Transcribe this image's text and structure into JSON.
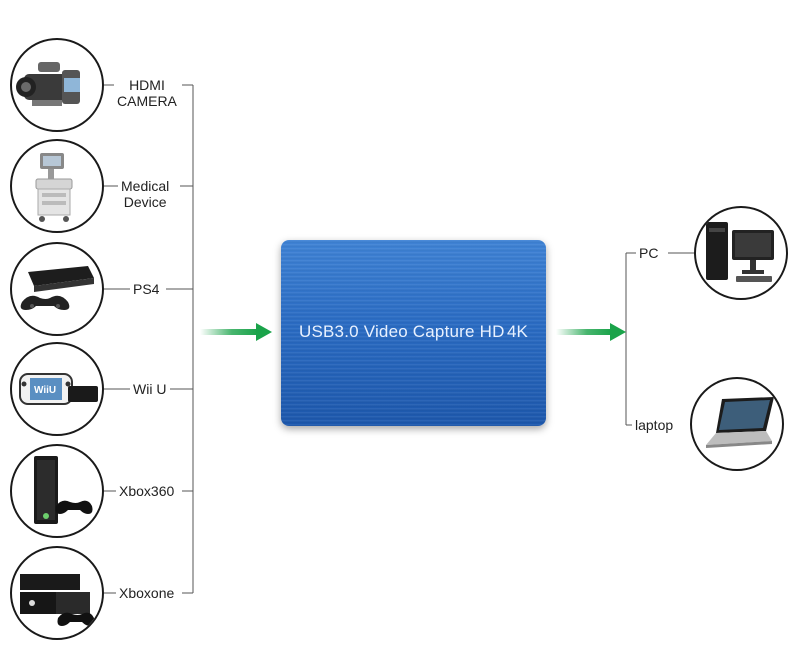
{
  "inputs": [
    {
      "line1": "HDMI",
      "line2": "CAMERA",
      "icon": "camcorder-icon"
    },
    {
      "line1": "Medical",
      "line2": "Device",
      "icon": "medical-device-icon"
    },
    {
      "line1": "PS4",
      "icon": "ps4-console-icon"
    },
    {
      "line1": "Wii U",
      "icon": "wii-u-console-icon"
    },
    {
      "line1": "Xbox360",
      "icon": "xbox360-console-icon"
    },
    {
      "line1": "Xboxone",
      "icon": "xbox-one-console-icon"
    }
  ],
  "device": {
    "title": "USB3.0 Video Capture HD",
    "badge": "4K"
  },
  "outputs": [
    {
      "label": "PC",
      "icon": "desktop-pc-icon"
    },
    {
      "label": "laptop",
      "icon": "laptop-icon"
    }
  ],
  "colors": {
    "arrow": "#1aa34a",
    "device": "#2a6cc4",
    "line": "#555555"
  }
}
